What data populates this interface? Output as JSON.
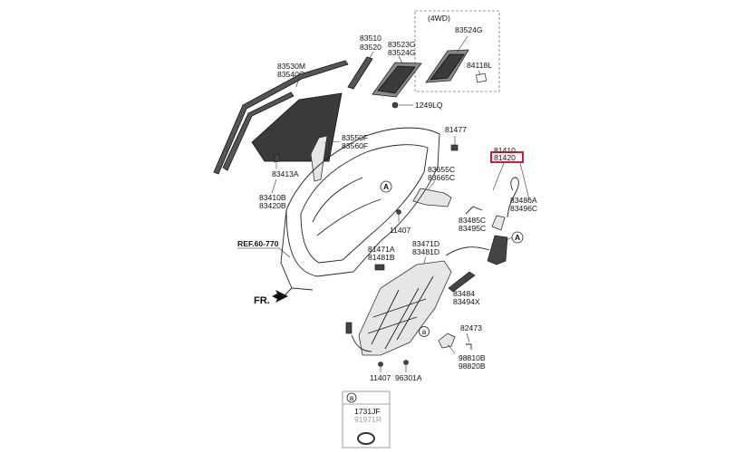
{
  "labels": {
    "l_4wd": "(4WD)",
    "l_83524g_4wd": "83524G",
    "l_84118l": "84118L",
    "l_83510": "83510",
    "l_83520": "83520",
    "l_83523g": "83523G",
    "l_83524g": "83524G",
    "l_83530m": "83530M",
    "l_83540g": "83540G",
    "l_1249lq": "1249LQ",
    "l_83550f": "83550F",
    "l_83560f": "83560F",
    "l_81477": "81477",
    "l_81410": "81410",
    "l_81420": "81420",
    "l_83413a": "83413A",
    "l_83655c": "83655C",
    "l_83665c": "83665C",
    "l_83410b": "83410B",
    "l_83420b": "83420B",
    "l_83486a": "83486A",
    "l_83496c": "83496C",
    "l_83485c": "83485C",
    "l_83495c": "83495C",
    "l_11407_a": "11407",
    "l_ref": "REF.60-770",
    "l_81471a": "81471A",
    "l_81481b": "81481B",
    "l_83471d": "83471D",
    "l_83481d": "83481D",
    "l_83484": "83484",
    "l_83494x": "83494X",
    "l_fr": "FR.",
    "l_82473": "82473",
    "l_98810b": "98810B",
    "l_98820b": "98820B",
    "l_11407_b": "11407",
    "l_96301a": "96301A",
    "l_a1": "A",
    "l_a2": "A",
    "l_a3": "a",
    "l_a4": "a"
  },
  "detail_box": {
    "marker": "a",
    "part_1": "1731JF",
    "part_2": "91971R"
  },
  "highlight_color": "#d0021b"
}
